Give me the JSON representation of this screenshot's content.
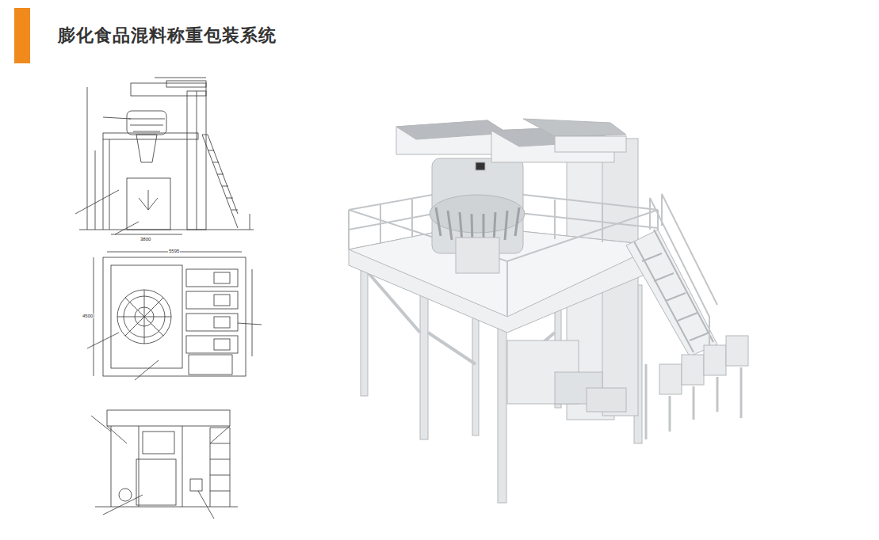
{
  "diagram": {
    "title": "膨化食品混料称重包装系统",
    "labels": [
      "5595",
      "4500",
      "3800"
    ]
  }
}
